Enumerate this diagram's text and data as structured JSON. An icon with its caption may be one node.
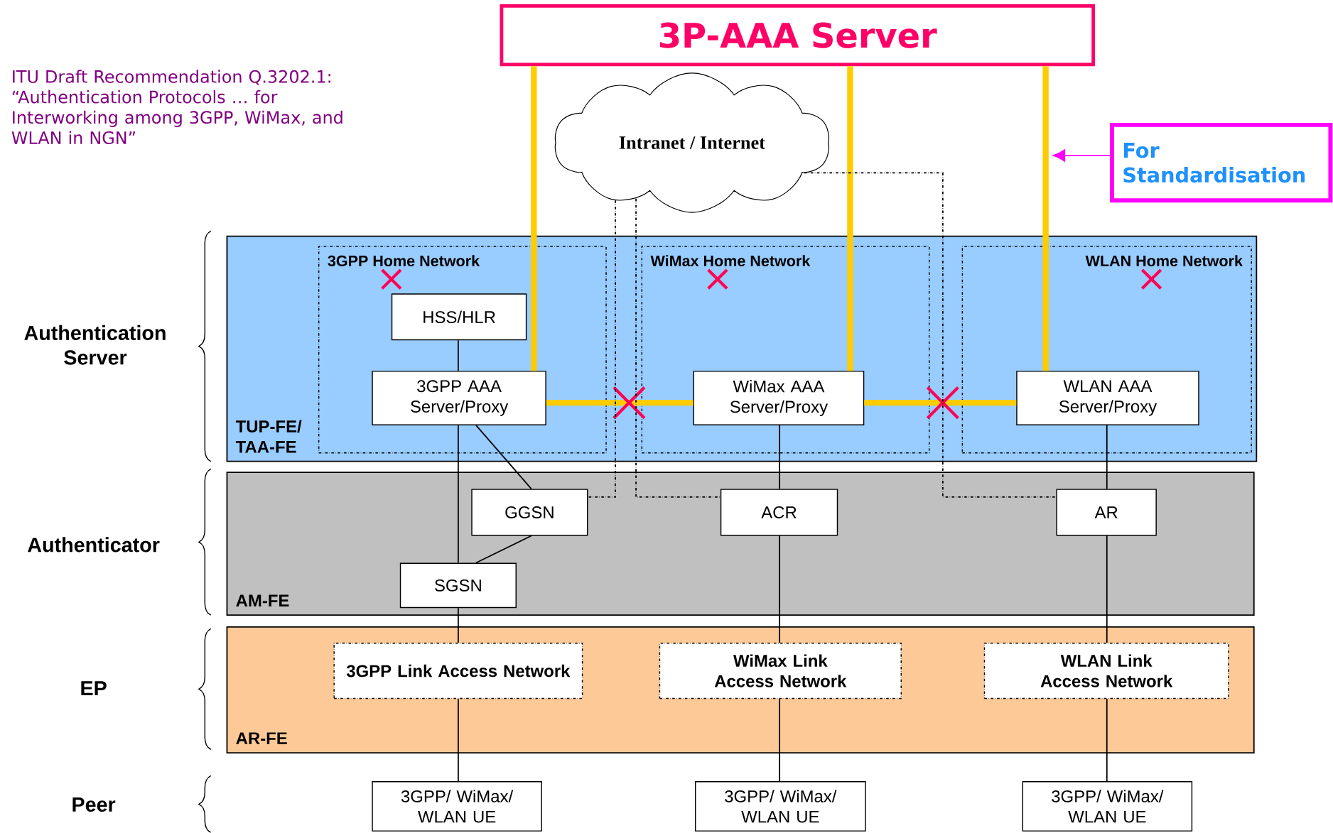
{
  "diagram": {
    "nodes": [
      {
        "text": [
          "3P-AAA Server"
        ]
      },
      {
        "text": [
          "Intranet / Internet"
        ]
      },
      {
        "text": [
          "For Standardisation"
        ]
      },
      {
        "text": [
          "TUP-FE/ TAA-FE"
        ]
      },
      {
        "text": [
          "3GPP Home Network"
        ],
        "in": 3
      },
      {
        "text": [
          "HSS/HLR"
        ],
        "in": 4
      },
      {
        "text": [
          "3GPP AAA Server/Proxy"
        ],
        "in": 4
      },
      {
        "text": [
          "WiMax Home Network"
        ],
        "in": 3
      },
      {
        "text": [
          "WiMax AAA Server/Proxy"
        ],
        "in": 7
      },
      {
        "text": [
          "WLAN Home Network"
        ],
        "in": 3
      },
      {
        "text": [
          "WLAN AAA Server/Proxy"
        ],
        "in": 9
      },
      {
        "text": [
          "AM-FE"
        ]
      },
      {
        "text": [
          "GGSN"
        ],
        "in": 11
      },
      {
        "text": [
          "SGSN"
        ],
        "in": 11
      },
      {
        "text": [
          "ACR"
        ],
        "in": 11
      },
      {
        "text": [
          "AR"
        ],
        "in": 11
      },
      {
        "text": [
          "AR-FE"
        ]
      },
      {
        "text": [
          "3GPP Link Access Network"
        ],
        "in": 16
      },
      {
        "text": [
          "WiMax Link Access Network"
        ],
        "in": 16
      },
      {
        "text": [
          "WLAN Link Access Network"
        ],
        "in": 16
      },
      {
        "text": [
          "3GPP/ WiMax/ WLAN UE"
        ]
      },
      {
        "text": [
          "3GPP/ WiMax/ WLAN UE"
        ]
      },
      {
        "text": [
          "3GPP/ WiMax/ WLAN UE"
        ]
      }
    ],
    "edges": [
      {
        "from": 0,
        "to": 6,
        "arrow": "none",
        "style": "thick",
        "color": "#ffcc00"
      },
      {
        "from": 0,
        "to": 8,
        "arrow": "none",
        "style": "thick",
        "color": "#ffcc00"
      },
      {
        "from": 0,
        "to": 10,
        "arrow": "none",
        "style": "thick",
        "color": "#ffcc00"
      },
      {
        "from": 6,
        "to": 8,
        "arrow": "none",
        "style": "thick",
        "color": "#ffcc00"
      },
      {
        "from": 8,
        "to": 10,
        "arrow": "none",
        "style": "thick",
        "color": "#ffcc00"
      },
      {
        "from": 5,
        "to": 6,
        "arrow": "none"
      },
      {
        "from": 6,
        "to": 13,
        "arrow": "none"
      },
      {
        "from": 6,
        "to": 12,
        "arrow": "none"
      },
      {
        "from": 12,
        "to": 13,
        "arrow": "none"
      },
      {
        "from": 13,
        "to": 17,
        "arrow": "none"
      },
      {
        "from": 17,
        "to": 20,
        "arrow": "none"
      },
      {
        "from": 8,
        "to": 14,
        "arrow": "none"
      },
      {
        "from": 14,
        "to": 18,
        "arrow": "none"
      },
      {
        "from": 18,
        "to": 21,
        "arrow": "none"
      },
      {
        "from": 10,
        "to": 15,
        "arrow": "none"
      },
      {
        "from": 15,
        "to": 19,
        "arrow": "none"
      },
      {
        "from": 19,
        "to": 22,
        "arrow": "none"
      },
      {
        "from": 1,
        "to": 12,
        "arrow": "none",
        "style": "dashed"
      },
      {
        "from": 1,
        "to": 14,
        "arrow": "none",
        "style": "dashed"
      },
      {
        "from": 1,
        "to": 15,
        "arrow": "none",
        "style": "dashed"
      },
      {
        "from": 2,
        "to": null,
        "arrow": "to",
        "color": "#ff00ff"
      }
    ],
    "labels": [
      "ITU Draft Recommendation Q.3202.1: “Authentication Protocols … for Interworking among 3GPP, WiMax, and WLAN in NGN”",
      "Authentication Server",
      "Authenticator",
      "EP",
      "Peer"
    ]
  }
}
